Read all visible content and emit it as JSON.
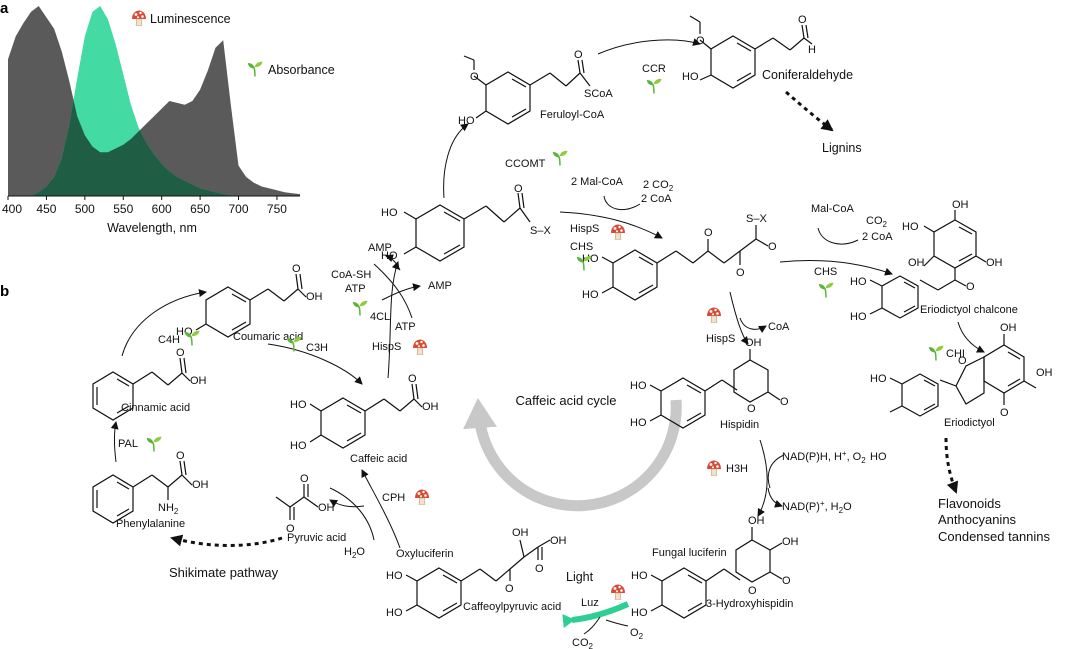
{
  "panels": {
    "a": "a",
    "b": "b"
  },
  "chart_data": {
    "type": "area",
    "xlabel": "Wavelength, nm",
    "xlim": [
      400,
      780
    ],
    "ticks": [
      "400",
      "450",
      "500",
      "550",
      "600",
      "650",
      "700",
      "750"
    ],
    "tick_values": [
      400,
      450,
      500,
      550,
      600,
      650,
      700,
      750
    ],
    "series": [
      {
        "name": "Absorbance",
        "x": [
          400,
          410,
          420,
          430,
          440,
          450,
          460,
          470,
          480,
          490,
          500,
          510,
          520,
          530,
          540,
          550,
          560,
          570,
          580,
          590,
          600,
          610,
          620,
          630,
          640,
          650,
          660,
          670,
          680,
          690,
          700,
          710,
          720,
          730,
          740,
          750,
          760,
          770,
          780
        ],
        "values": [
          0.72,
          0.84,
          0.91,
          0.97,
          1.0,
          0.94,
          0.88,
          0.76,
          0.6,
          0.42,
          0.32,
          0.26,
          0.23,
          0.23,
          0.25,
          0.27,
          0.3,
          0.34,
          0.38,
          0.42,
          0.46,
          0.5,
          0.49,
          0.48,
          0.5,
          0.56,
          0.66,
          0.78,
          0.82,
          0.48,
          0.16,
          0.1,
          0.07,
          0.05,
          0.04,
          0.03,
          0.02,
          0.015,
          0.01
        ]
      },
      {
        "name": "Luminescence",
        "x": [
          430,
          440,
          450,
          460,
          470,
          480,
          490,
          500,
          510,
          520,
          530,
          540,
          550,
          560,
          570,
          580,
          590,
          600,
          610,
          620,
          630,
          640,
          650,
          660,
          670,
          680,
          690,
          700
        ],
        "values": [
          0.0,
          0.02,
          0.05,
          0.1,
          0.2,
          0.38,
          0.62,
          0.84,
          0.97,
          1.0,
          0.93,
          0.8,
          0.64,
          0.48,
          0.36,
          0.28,
          0.22,
          0.17,
          0.13,
          0.1,
          0.08,
          0.06,
          0.04,
          0.03,
          0.02,
          0.01,
          0.005,
          0.0
        ]
      }
    ]
  },
  "legend": {
    "luminescence": "Luminescence",
    "absorbance": "Absorbance"
  },
  "colors": {
    "absorbance": "#5a5a5a",
    "luminescence": "#43dba3",
    "overlap": "#1f5e45",
    "cycle": "#c8c8c8",
    "light": "#2dcf95",
    "plant": "#58b43a",
    "mushroom": "#d94a35"
  },
  "compounds": {
    "feruloyl_coa": "Feruloyl-CoA",
    "sCoA": "SCoA",
    "coniferaldehyde": "Coniferaldehyde",
    "lignins": "Lignins",
    "coumaric_acid": "Coumaric acid",
    "cinnamic_acid": "Cinnamic acid",
    "caffeic_acid": "Caffeic acid",
    "phenylalanine": "Phenylalanine",
    "pyruvic_acid": "Pyruvic acid",
    "oxyluciferin": "Oxyluciferin",
    "caffeoylpyruvic_acid": "Caffeoylpyruvic acid",
    "fungal_luciferin": "Fungal luciferin",
    "hydroxyhispidin": "3-Hydroxyhispidin",
    "hispidin": "Hispidin",
    "eriodictyol_chalcone": "Eriodictyol chalcone",
    "eriodictyol": "Eriodictyol",
    "caffeic_acid_cycle": "Caffeic acid cycle"
  },
  "end_products": {
    "lignins": "Lignins",
    "flavonoids": "Flavonoids",
    "anthocyanins": "Anthocyanins",
    "condensed_tannins": "Condensed tannins",
    "shikimate": "Shikimate pathway"
  },
  "enzymes": {
    "ccr": "CCR",
    "ccomt": "CCOMT",
    "c4h": "C4H",
    "c3h": "C3H",
    "pal": "PAL",
    "fourcl": "4CL",
    "hisps_left": "HispS",
    "hisps_top": "HispS",
    "chs_top": "CHS",
    "chs_right": "CHS",
    "hisps_mid": "HispS",
    "chi": "CHI",
    "h3h": "H3H",
    "cph": "CPH",
    "luz": "Luz"
  },
  "cofactors": {
    "mal_coa_2": "2 Mal-CoA",
    "two_co2": "2 CO",
    "two_coa": "2 CoA",
    "mal_coa": "Mal-CoA",
    "co2": "CO",
    "two_coa_right": "2 CoA",
    "coa": "CoA",
    "amp_top": "AMP",
    "amp_right": "AMP",
    "coa_sh": "CoA-SH",
    "atp_top": "ATP",
    "atp_bottom": "ATP",
    "nadph": "NAD(P)H, H",
    "nadph_tail": ", O",
    "nadp": "NAD(P)",
    "nadp_tail": ", H",
    "nadp_tail2": "O",
    "water": "H",
    "water_tail": "O",
    "light": "Light",
    "co2_light": "CO",
    "o2_light": "O",
    "sub2": "2",
    "plus": "+"
  },
  "atoms": {
    "S_X": "S–X",
    "S_X2": "S–X",
    "OH": "OH",
    "HO": "HO",
    "O": "O",
    "H": "H",
    "NH2": "NH",
    "OHacid": "OH"
  }
}
